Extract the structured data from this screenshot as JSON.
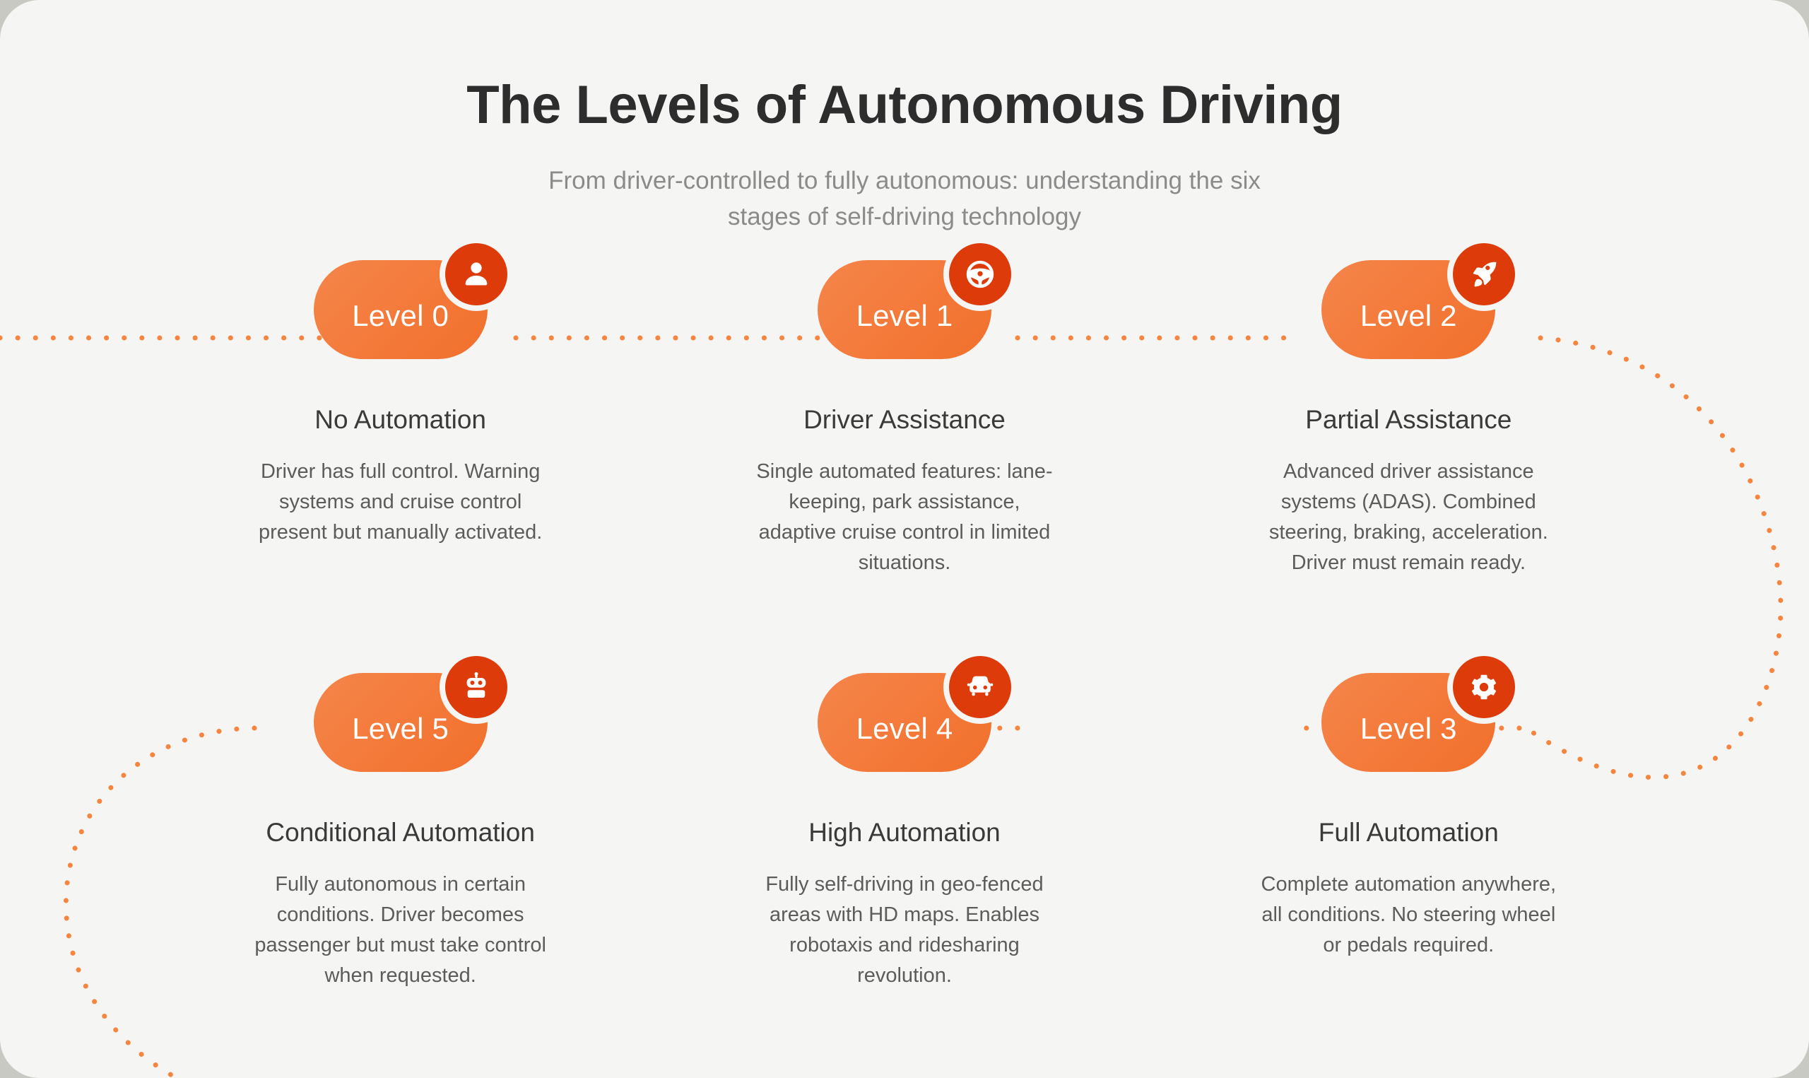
{
  "header": {
    "title": "The Levels of Autonomous Driving",
    "subtitle": "From driver-controlled to fully autonomous: understanding the six stages of self-driving technology"
  },
  "theme": {
    "page_background": "#f5f5f3",
    "outer_background": "#c9c9c4",
    "pill_gradient_start": "#f5854a",
    "pill_gradient_end": "#f2702c",
    "badge_color": "#dd3c0a",
    "connector_color": "#f5853f",
    "title_color": "#2d2d2d",
    "subtitle_color": "#8b8b8b",
    "body_text_color": "#5c5c5c"
  },
  "levels": [
    {
      "pill_label": "Level 0",
      "icon": "person-icon",
      "title": "No Automation",
      "description": "Driver has full control. Warning systems and cruise control present but manually activated."
    },
    {
      "pill_label": "Level 1",
      "icon": "steering-wheel-icon",
      "title": "Driver Assistance",
      "description": "Single automated features: lane-keeping, park assistance, adaptive cruise control in limited situations."
    },
    {
      "pill_label": "Level 2",
      "icon": "rocket-icon",
      "title": "Partial Assistance",
      "description": "Advanced driver assistance systems (ADAS). Combined steering, braking, acceleration. Driver must remain ready."
    },
    {
      "pill_label": "Level 5",
      "icon": "robot-icon",
      "title": "Conditional Automation",
      "description": "Fully autonomous in certain conditions. Driver becomes passenger but must take control when requested."
    },
    {
      "pill_label": "Level 4",
      "icon": "car-icon",
      "title": "High Automation",
      "description": "Fully self-driving in geo-fenced areas with HD maps. Enables robotaxis and ridesharing revolution."
    },
    {
      "pill_label": "Level 3",
      "icon": "gear-icon",
      "title": "Full Automation",
      "description": "Complete automation anywhere, all conditions. No steering wheel or pedals required."
    }
  ]
}
